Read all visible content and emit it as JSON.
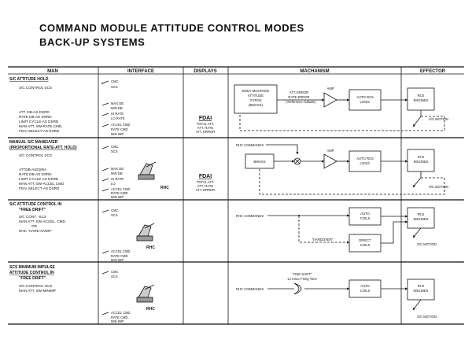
{
  "title_line1": "COMMAND MODULE ATTITUDE CONTROL MODES",
  "title_line2": "BACK-UP SYSTEMS",
  "columns": {
    "man": "MAN",
    "interface": "INTERFACE",
    "displays": "DISPLAYS",
    "mechanism": "MACHANISM",
    "effector": "EFFECTOR"
  },
  "r1": {
    "heading": "S/C ATTITUDE HOLD",
    "man": [
      "S/C CONTROL SCS",
      "ATT. DB-AS DSRD",
      "RATE DB-AS DSRD",
      "LIMIT CYCLE-AS DSRD",
      "MAN ATT. SW-RATE CMD,",
      "FDAI SELECT-AS DSRD"
    ],
    "iface": [
      "CMC",
      "SCS",
      "MAX DB",
      "MIN DB",
      "HI RATE",
      "LO RATE",
      "ACCEL CMD",
      "RATE CMD",
      "MIN IMP"
    ],
    "display": "FDAI",
    "display_sub": [
      "TOTAL ATT.",
      "ATT. RATE",
      "ATT. ERROR"
    ],
    "gyros": [
      "BODY MOUNTED",
      "ATTITUDE",
      "GYROS",
      "(BMAGS)"
    ],
    "signals": [
      "ATT. ERROR",
      "RATE ERROR",
      "( Reference Attitude)"
    ],
    "amp": "AMP",
    "logic": [
      "AUTO RCS",
      "LOGIC"
    ],
    "engines": [
      "RCS",
      "ENGINES"
    ],
    "motion": "S/C MOTION"
  },
  "r2": {
    "heading": [
      "MANUAL S/C MANEUVER",
      "(PROPORTIONAL RATE-ATT. HOLD)"
    ],
    "man": [
      "S/C CONTROL SCS",
      "ATTDB-ASDSRA",
      "RATE DB-AS DSRD",
      "LIMIT CYCLE-AS DSRD",
      "MAN ATT. SW-ACCEL CMD",
      "FDAI SELECT-AS DSRD"
    ],
    "iface": [
      "CMC",
      "SCS",
      "MAX DB",
      "MIN DB",
      "HI RATE",
      "LO",
      "ACCEL CMD",
      "RATE CMD",
      "MIN IMP"
    ],
    "rhc": "RHC",
    "display": "FDAI",
    "display_sub": [
      "TOTAL ATT.",
      "ATT. RATE",
      "ATT. ERROR"
    ],
    "rhc_cmds": "RHC COMMANDS",
    "bmags": "BMAGS",
    "amp": "AMP",
    "logic": [
      "AUTO RCS",
      "LOGIC"
    ],
    "engines": [
      "RCS",
      "ENGINES"
    ],
    "motion": "S/C MOTION"
  },
  "r3": {
    "heading": [
      "S/C ATTITUDE CONTROL IN",
      "\"FREE DRIFT\""
    ],
    "man": [
      "S/C CONT. -SCS",
      "MAN ATT. SW-ACCEL. CMD.",
      "OR",
      "RHC \"HARD-OVER\""
    ],
    "iface": [
      "CMC",
      "SCS",
      "ACCEL CMD",
      "RATE CMD",
      "MIN IMP"
    ],
    "rhc": "RHC",
    "rhc_cmds": "RHC COMMANDS",
    "auto_coils": [
      "AUTO",
      "COILS"
    ],
    "direct_coils": [
      "DIRECT",
      "COILS"
    ],
    "hardover": "\"HARDOVER\"",
    "engines": [
      "RCS",
      "ENGINES"
    ],
    "motion": "S/C MOTION"
  },
  "r4": {
    "heading": [
      "SCS MINIMUM IMPULSE",
      "ATTITUDE CONTROL IN",
      "\"FREE DRIFT\""
    ],
    "man": [
      "S/C CONTROL-SCS",
      "MAN ATT. SW-MINIMP"
    ],
    "iface": [
      "CMC",
      "SCS",
      "ACCEL CMD",
      "RATE CMD.",
      "MIN IMP"
    ],
    "rhc": "RHC",
    "one_shot": "\"ONE SHOT\"",
    "firing": "14 msec Firing Time",
    "rhc_cmds": "RHC COMMANDS",
    "auto_coils": [
      "AUTO",
      "COILS"
    ],
    "engines": [
      "RCS",
      "ENGINES"
    ],
    "motion": "S/C MOTION"
  }
}
